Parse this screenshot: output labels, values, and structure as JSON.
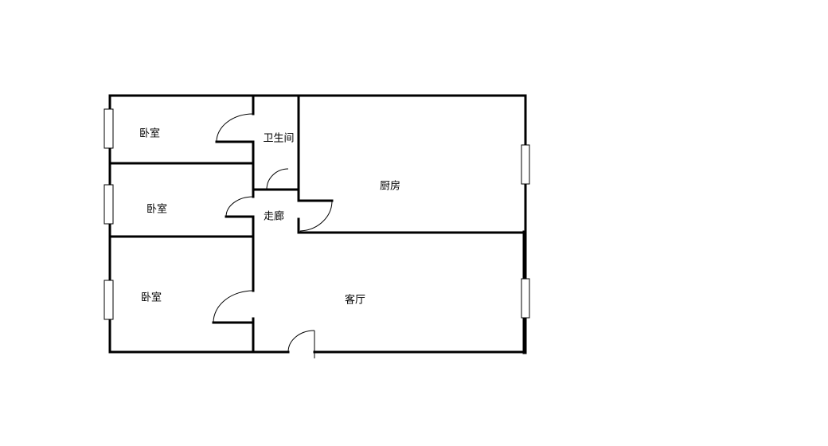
{
  "plan": {
    "rooms": {
      "bedroom_top": "卧室",
      "bathroom": "卫生间",
      "kitchen": "厨房",
      "bedroom_middle": "卧室",
      "hallway": "走廊",
      "bedroom_bottom": "卧室",
      "living_room": "客厅"
    },
    "colors": {
      "wall": "#000000",
      "background": "#ffffff"
    }
  }
}
